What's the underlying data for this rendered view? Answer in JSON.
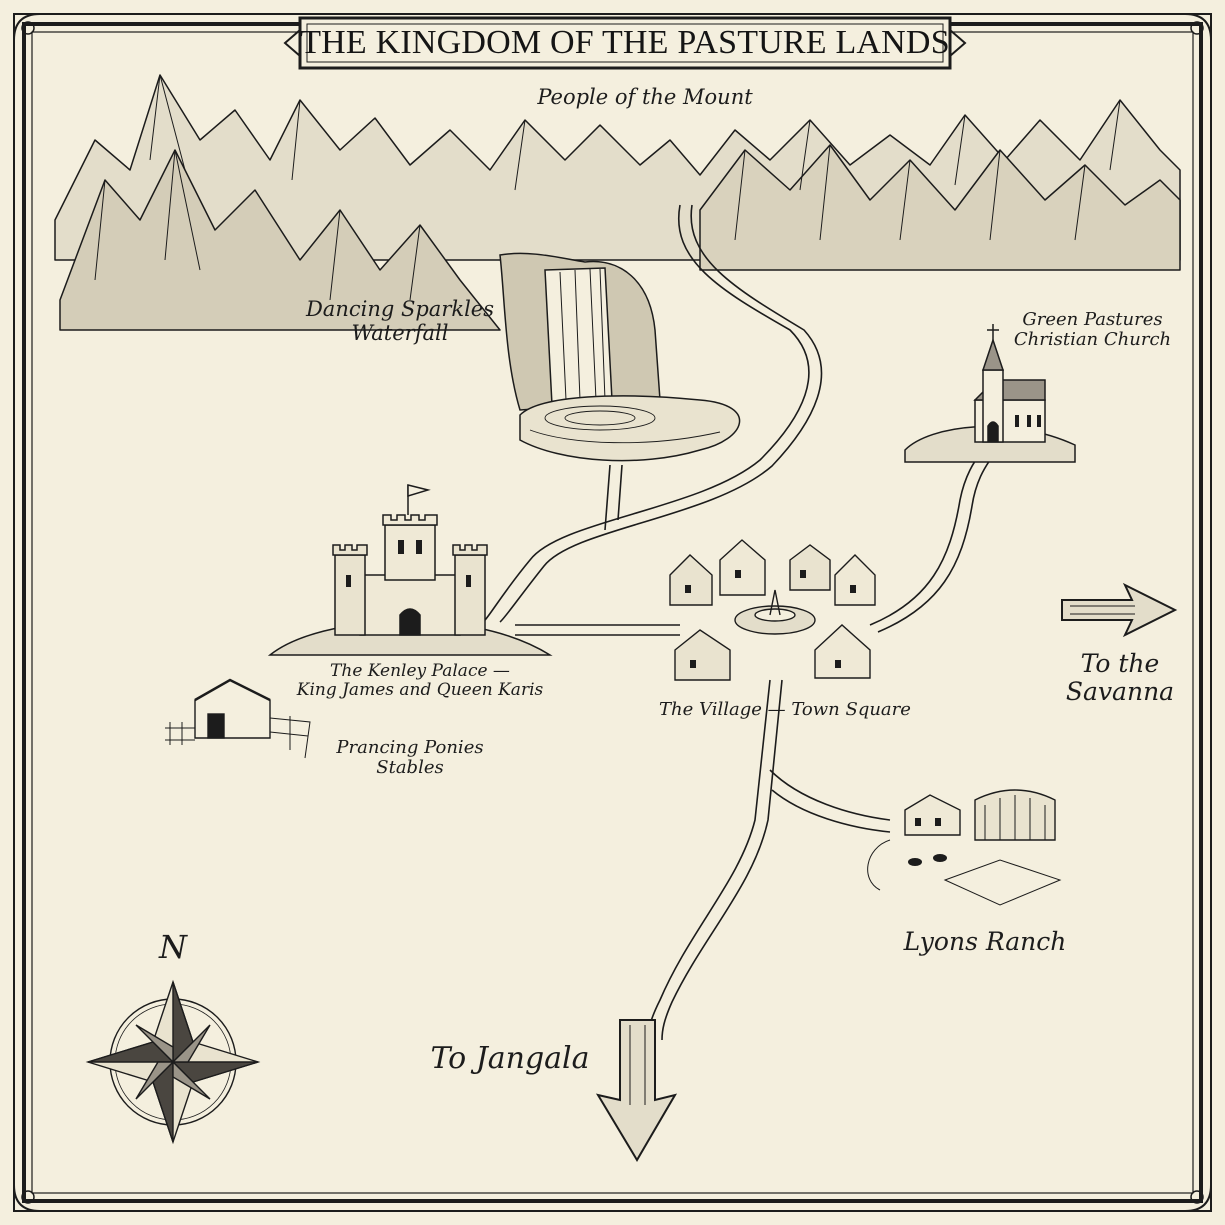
{
  "map": {
    "title": "THE KINGDOM OF THE PASTURE LANDS",
    "compass_letter": "N",
    "labels": {
      "mountains": "People of the Mount",
      "waterfall_line1": "Dancing Sparkles",
      "waterfall_line2": "Waterfall",
      "church_line1": "Green Pastures",
      "church_line2": "Christian Church",
      "palace_line1": "The Kenley Palace —",
      "palace_line2": "King James and Queen Karis",
      "stables_line1": "Prancing Ponies",
      "stables_line2": "Stables",
      "village": "The Village — Town Square",
      "savanna_line1": "To the",
      "savanna_line2": "Savanna",
      "ranch": "Lyons Ranch",
      "jangala": "To Jangala"
    },
    "icons": [
      "mountain-range-icon",
      "waterfall-icon",
      "church-icon",
      "castle-icon",
      "stable-icon",
      "village-icon",
      "ranch-icon",
      "east-arrow-icon",
      "south-arrow-icon",
      "compass-rose-icon"
    ],
    "colors": {
      "parchment": "#f4efde",
      "ink": "#1c1c1c",
      "fill_light": "#e9e3cf",
      "fill_dark": "#9a9488"
    }
  }
}
